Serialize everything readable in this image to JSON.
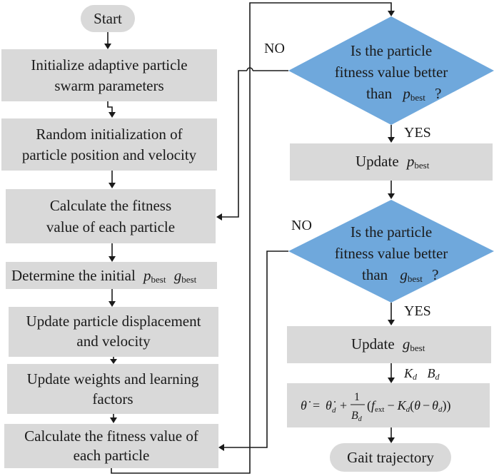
{
  "nodes": {
    "start": "Start",
    "init_params": [
      "Initialize adaptive particle",
      "swarm parameters"
    ],
    "random_init": [
      "Random initialization of",
      "particle position and velocity"
    ],
    "calc_fitness_1": [
      "Calculate the fitness",
      "value of each particle"
    ],
    "determine_initial": "Determine the initial",
    "update_displacement": [
      "Update particle displacement",
      "and velocity"
    ],
    "update_weights": [
      "Update weights and learning",
      "factors"
    ],
    "calc_fitness_2": [
      "Calculate the fitness value of",
      "each particle"
    ],
    "decision_1": [
      "Is the particle",
      "fitness value better",
      "than"
    ],
    "update_pbest": "Update",
    "decision_2": [
      "Is the particle",
      "fitness value better",
      "than"
    ],
    "update_gbest": "Update",
    "gait_trajectory": "Gait trajectory"
  },
  "symbols": {
    "p": "p",
    "g": "g",
    "best": "best",
    "question": "?",
    "K": "K",
    "B": "B",
    "d": "d"
  },
  "labels": {
    "no_1": "NO",
    "yes_1": "YES",
    "no_2": "NO",
    "yes_2": "YES"
  },
  "equation": {
    "theta_dot": "θ̇",
    "equals": "=",
    "theta_d_dot": "θ̇",
    "plus": "+",
    "frac_num": "1",
    "ext": "ext",
    "f": "f",
    "minus": "−",
    "theta": "θ",
    "theta_d": "θ"
  }
}
